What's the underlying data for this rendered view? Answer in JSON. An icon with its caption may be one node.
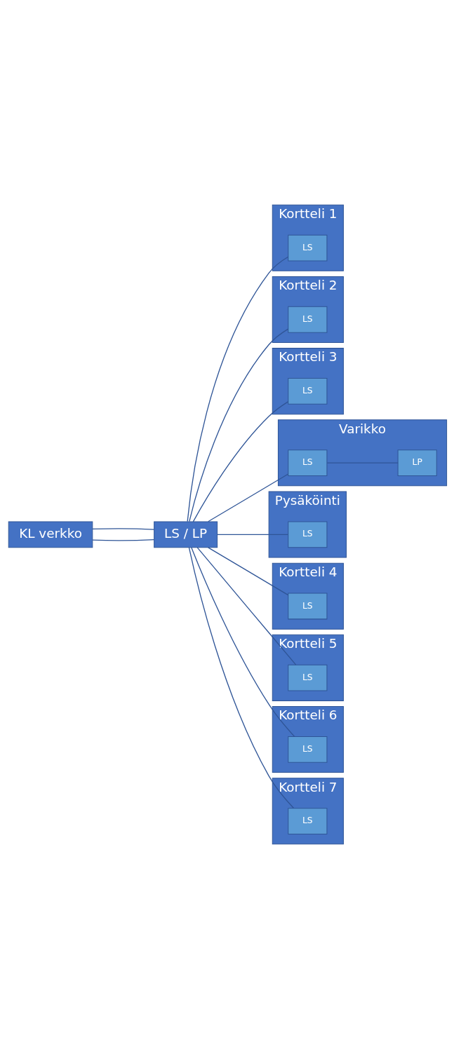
{
  "diagram": {
    "nodes": [
      {
        "text": [
          "KL verkko"
        ]
      },
      {
        "text": [
          "LS / LP"
        ]
      },
      {
        "text": [
          "Kortteli 1"
        ]
      },
      {
        "text": [
          "LS"
        ],
        "in": 2
      },
      {
        "text": [
          "Kortteli 2"
        ]
      },
      {
        "text": [
          "LS"
        ],
        "in": 4
      },
      {
        "text": [
          "Kortteli 3"
        ]
      },
      {
        "text": [
          "LS"
        ],
        "in": 6
      },
      {
        "text": [
          "Varikko"
        ]
      },
      {
        "text": [
          "LS"
        ],
        "in": 8
      },
      {
        "text": [
          "LP"
        ],
        "in": 8
      },
      {
        "text": [
          "Pysäköinti"
        ]
      },
      {
        "text": [
          "LS"
        ],
        "in": 11
      },
      {
        "text": [
          "Kortteli 4"
        ]
      },
      {
        "text": [
          "LS"
        ],
        "in": 13
      },
      {
        "text": [
          "Kortteli 5"
        ]
      },
      {
        "text": [
          "LS"
        ],
        "in": 15
      },
      {
        "text": [
          "Kortteli 6"
        ]
      },
      {
        "text": [
          "LS"
        ],
        "in": 17
      },
      {
        "text": [
          "Kortteli 7"
        ]
      },
      {
        "text": [
          "LS"
        ],
        "in": 19
      }
    ],
    "edges": [
      {
        "from": 0,
        "to": 1,
        "arrow": "none"
      },
      {
        "from": 0,
        "to": 1,
        "arrow": "none"
      },
      {
        "from": 1,
        "to": 3,
        "arrow": "none"
      },
      {
        "from": 1,
        "to": 5,
        "arrow": "none"
      },
      {
        "from": 1,
        "to": 7,
        "arrow": "none"
      },
      {
        "from": 1,
        "to": 9,
        "arrow": "none"
      },
      {
        "from": 9,
        "to": 10,
        "arrow": "none"
      },
      {
        "from": 1,
        "to": 12,
        "arrow": "none"
      },
      {
        "from": 1,
        "to": 14,
        "arrow": "none"
      },
      {
        "from": 1,
        "to": 16,
        "arrow": "none"
      },
      {
        "from": 1,
        "to": 18,
        "arrow": "none"
      },
      {
        "from": 1,
        "to": 20,
        "arrow": "none"
      }
    ]
  }
}
